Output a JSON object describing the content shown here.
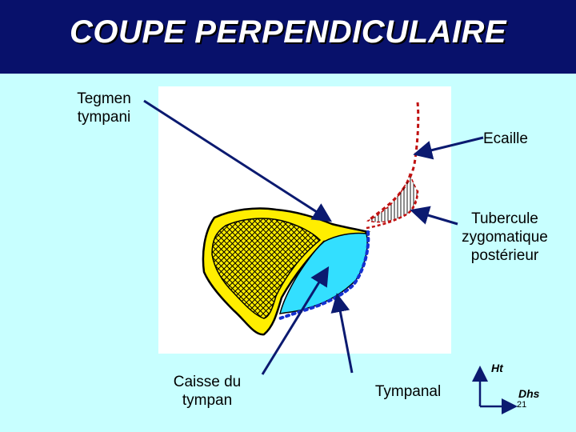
{
  "title": "COUPE PERPENDICULAIRE",
  "labels": {
    "tegmen_line1": "Tegmen",
    "tegmen_line2": "tympani",
    "ecaille": "Ecaille",
    "tubercule_line1": "Tubercule",
    "tubercule_line2": "zygomatique",
    "tubercule_line3": "postérieur",
    "caisse_line1": "Caisse du",
    "caisse_line2": "tympan",
    "tympanal": "Tympanal"
  },
  "orientation": {
    "vertical_axis": "Ht",
    "horizontal_axis": "Dhs"
  },
  "page_number": "21",
  "colors": {
    "title_bar": "#08116b",
    "background": "#c8ffff",
    "bone_yellow": "#ffee00",
    "tympanic_cavity": "#33dfff",
    "arrow": "#0b1a70",
    "dotted_outline": "#1530d0",
    "scale_hatching": "#c01010"
  }
}
